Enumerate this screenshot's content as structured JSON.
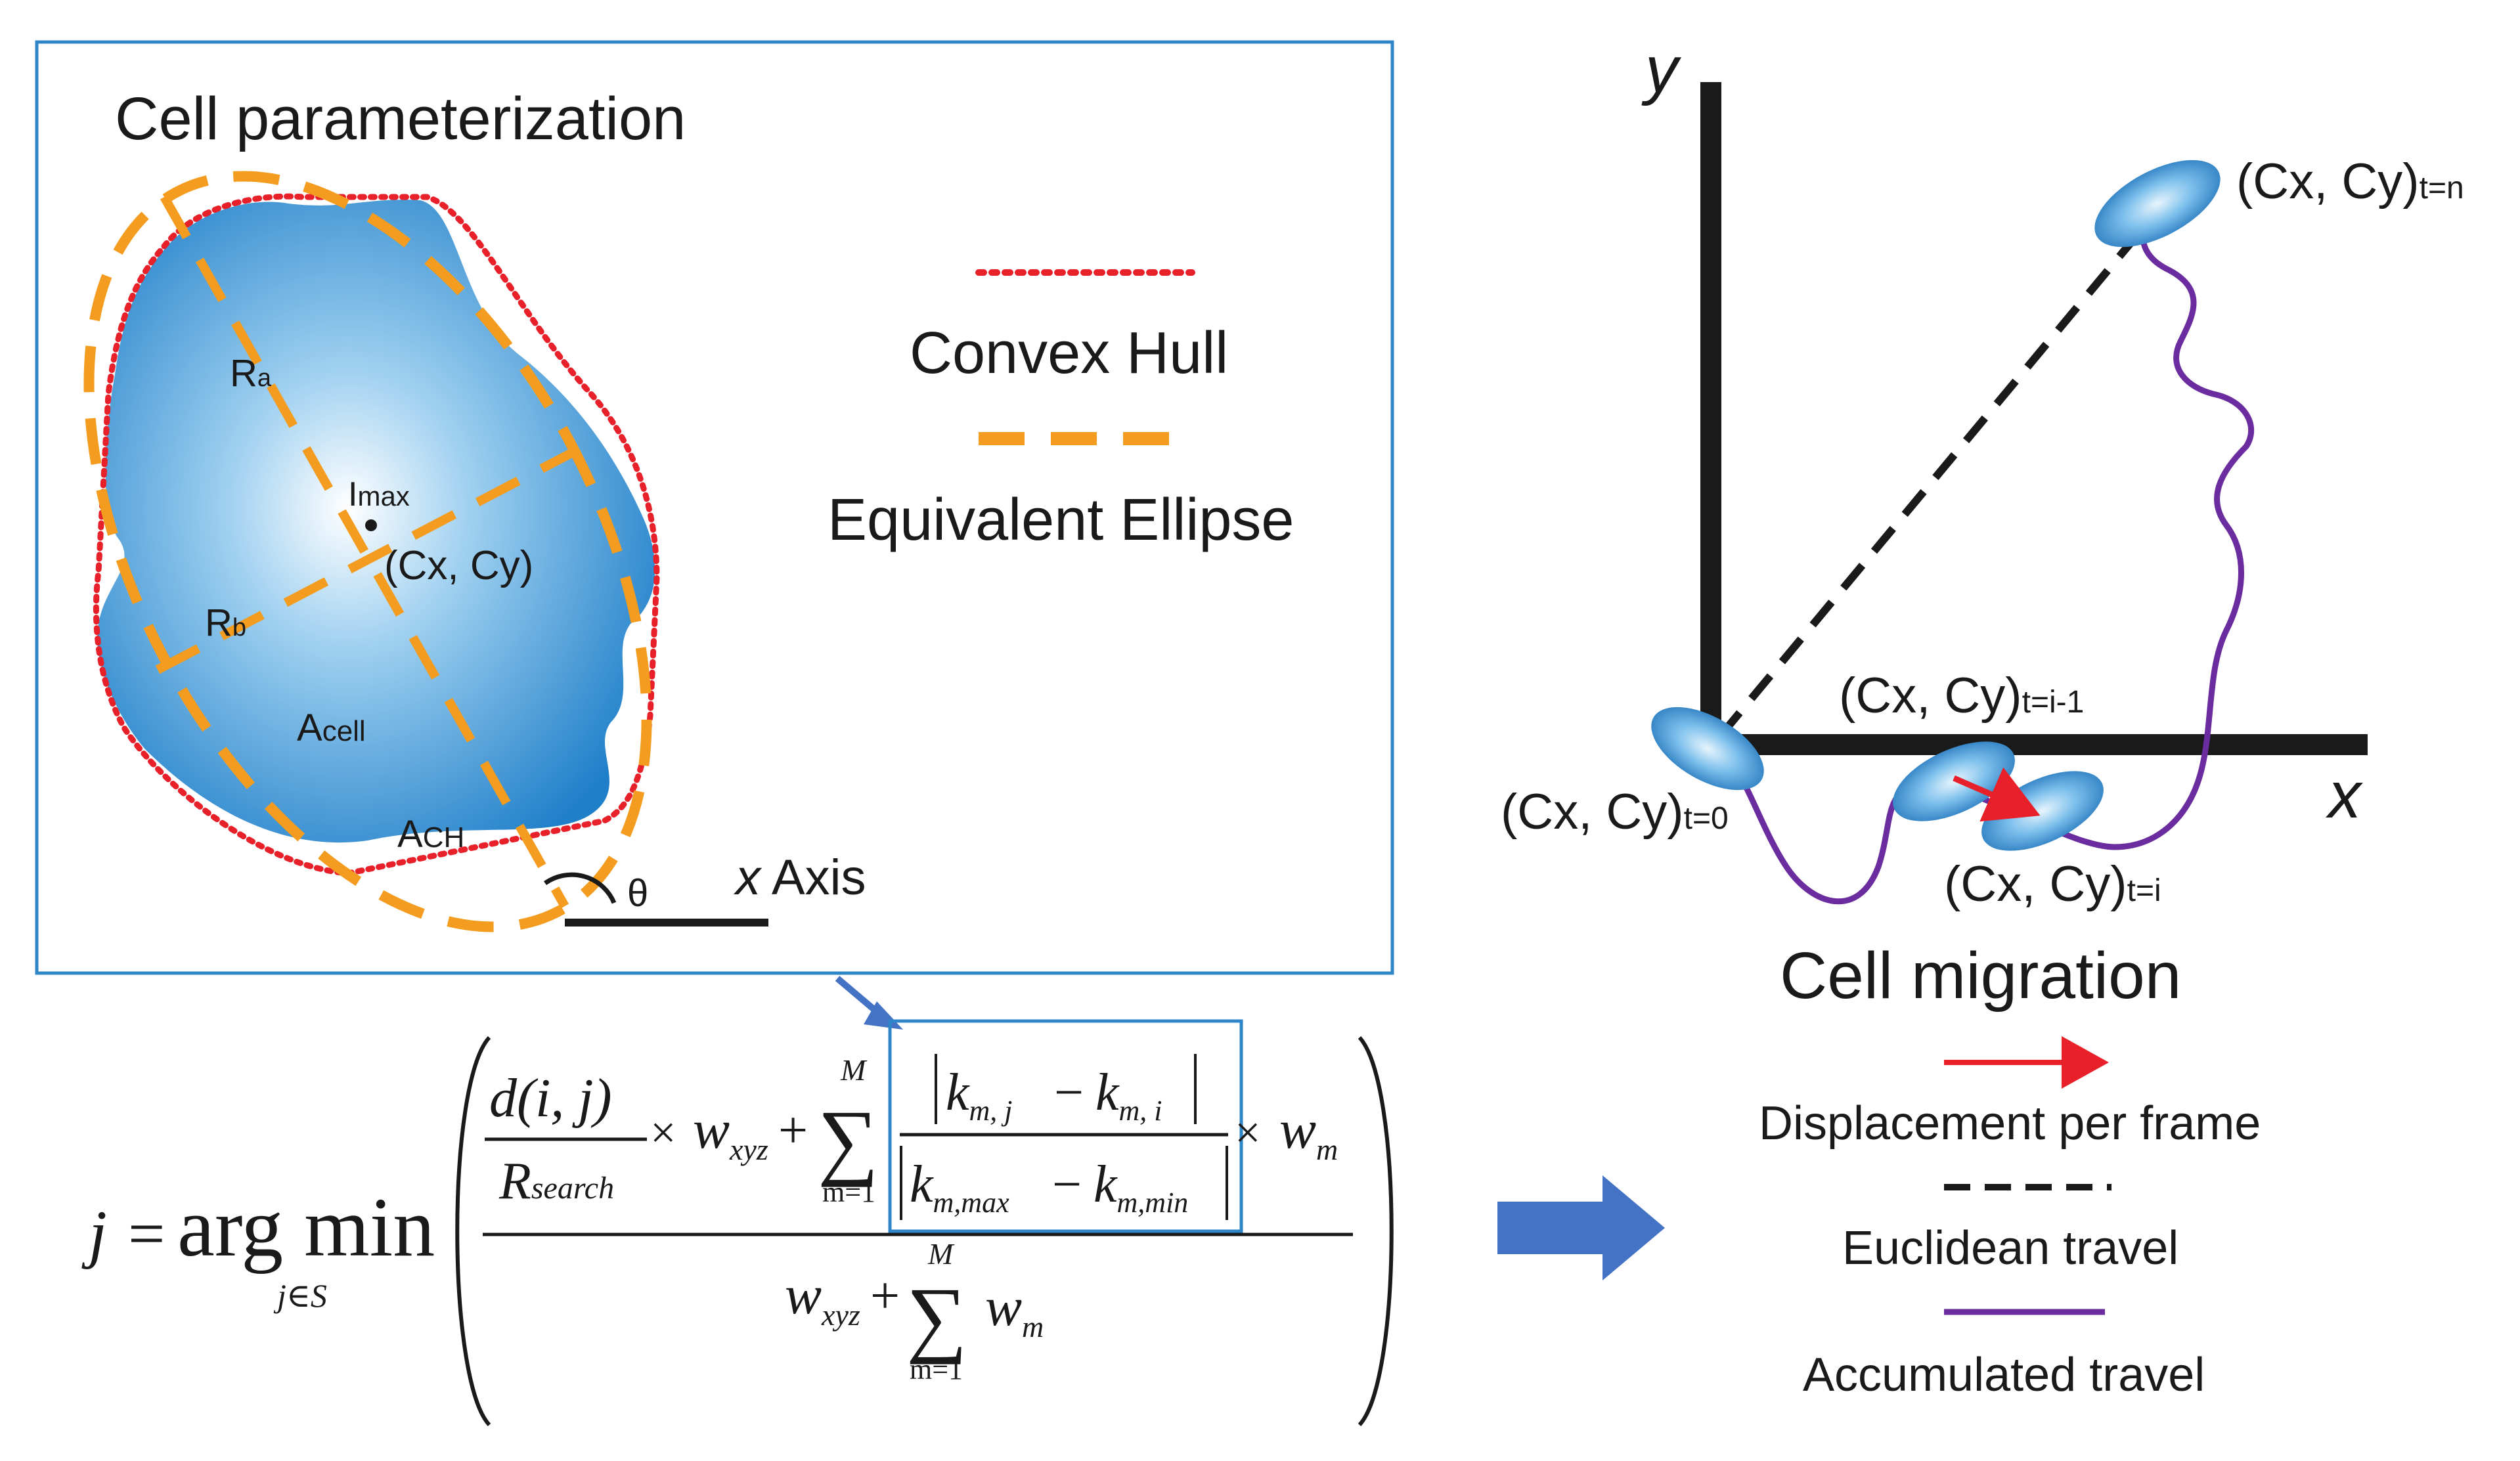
{
  "parameterization": {
    "title": "Cell parameterization",
    "labels": {
      "ra": "R",
      "ra_sub": "a",
      "rb": "R",
      "rb_sub": "b",
      "imax": "I",
      "imax_sub": "max",
      "centroid": "(Cx, Cy)",
      "acell": "A",
      "acell_sub": "cell",
      "ach": "A",
      "ach_sub": "CH",
      "theta": "θ",
      "x_axis_var": "x",
      "x_axis_word": " Axis"
    },
    "legend": {
      "convex_hull": "Convex Hull",
      "equivalent_ellipse": "Equivalent Ellipse"
    }
  },
  "formula": {
    "lhs": "j",
    "eq": "=",
    "argmin": "arg min",
    "argmin_sub": "j∈S",
    "d_term": "d(i, j)",
    "r_search": "R",
    "r_search_sub": "search",
    "times": "×",
    "w": "w",
    "w_xyz_sub": "xyz",
    "w_m_sub": "m",
    "plus": "+",
    "sum": "∑",
    "sum_upper": "M",
    "sum_lower": "m=1",
    "k": "k",
    "k_mj_sub": "m, j",
    "k_mi_sub": "m, i",
    "k_max_sub": "m,max",
    "k_min_sub": "m,min",
    "minus": "−"
  },
  "migration": {
    "axis_y": "y",
    "axis_x": "x",
    "title": "Cell migration",
    "pos_prefix": "(Cx, Cy)",
    "t0": "t=0",
    "tn": "t=n",
    "tim1": "t=i-1",
    "ti": "t=i",
    "legend": {
      "displacement": "Displacement per frame",
      "euclidean": "Euclidean travel",
      "accumulated": "Accumulated travel"
    }
  },
  "colors": {
    "cell_blue": "#1f7fc9",
    "hull_red": "#e8202a",
    "ellipse_orange": "#f39c1f",
    "panel_border": "#2e86c8",
    "arrow_blue": "#4472c4",
    "path_purple": "#6a2c9e",
    "displacement_red": "#e8202a",
    "text": "#1a1a1a"
  }
}
